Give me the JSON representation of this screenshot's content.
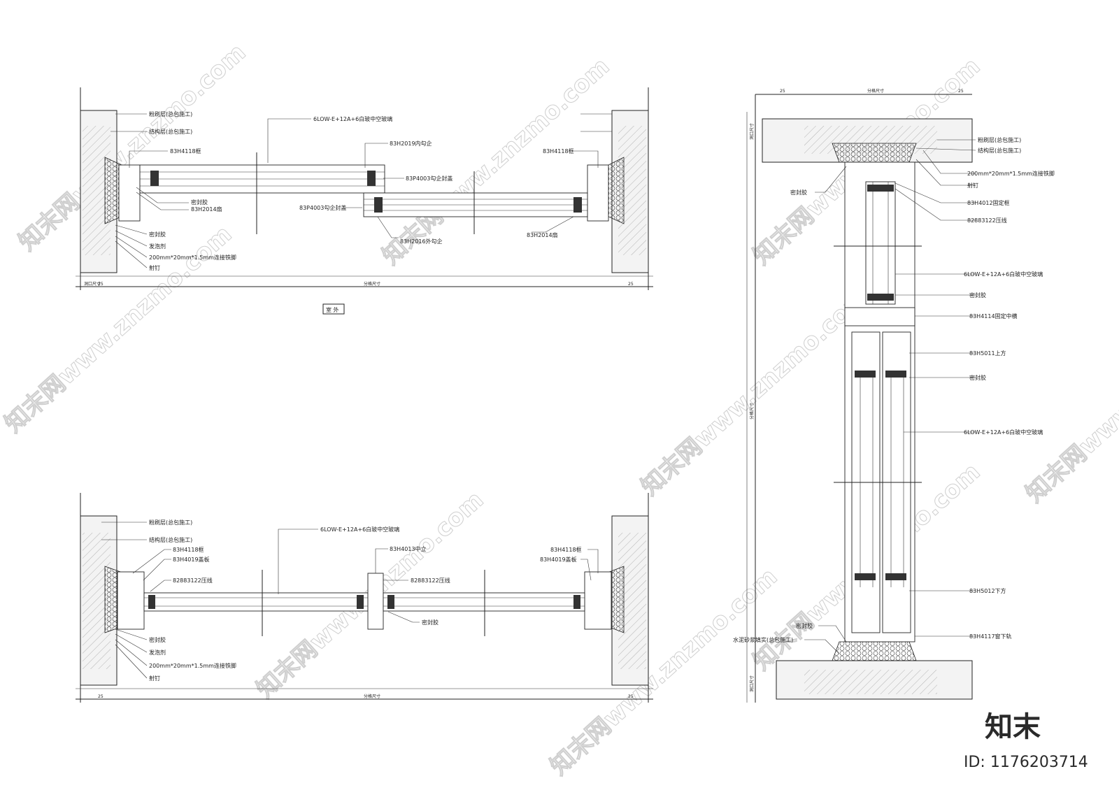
{
  "top_view": {
    "glass": "6LOW-E+12A+6白玻中空玻璃",
    "plaster_layer": "粉刷层(总包施工)",
    "structure_layer": "结构层(总包施工)",
    "frame_left": "83H4118框",
    "frame_right": "83H4118框",
    "inner_hook": "83H2019内勾企",
    "hook_seal_right": "83P4003勾企封盖",
    "hook_seal_left": "83P4003勾企封盖",
    "sealant": "密封胶",
    "sash_left": "83H2014扇",
    "sash_right": "83H2014扇",
    "outer_hook": "83H2016外勾企",
    "sealant2": "密封胶",
    "foam": "发泡剂",
    "steel_foot": "200mm*20mm*1.5mm连接铁脚",
    "nail": "射钉",
    "dim_25_left": "25",
    "dim_25_left2": "25",
    "dim_span": "分格尺寸",
    "dim_hole": "洞口尺寸",
    "outdoor": "室  外"
  },
  "bottom_view": {
    "glass": "6LOW-E+12A+6白玻中空玻璃",
    "plaster_layer": "粉刷层(总包施工)",
    "structure_layer": "结构层(总包施工)",
    "frame_left": "83H4118框",
    "bead_left": "83H4019盖板",
    "pressline_left": "82883122压线",
    "mullion": "83H4013中立",
    "pressline_right": "82883122压线",
    "frame_right": "83H4118框",
    "bead_right": "83H4019盖板",
    "sealant_center": "密封胶",
    "sealant": "密封胶",
    "foam": "发泡剂",
    "steel_foot": "200mm*20mm*1.5mm连接铁脚",
    "nail": "射钉",
    "dim_25": "25",
    "dim_span": "分格尺寸"
  },
  "side_view": {
    "dim_25_left": "25",
    "dim_25_right": "25",
    "dim_span_top": "分格尺寸",
    "plaster_layer": "粉刷层(总包施工)",
    "structure_layer": "结构层(总包施工)",
    "steel_foot": "200mm*20mm*1.5mm连接铁脚",
    "nail": "射钉",
    "sealant_top": "密封胶",
    "fixed_frame": "83H4012固定框",
    "pressline": "82883122压线",
    "glass_top": "6LOW-E+12A+6白玻中空玻璃",
    "sealant_mid": "密封胶",
    "fixed_transom": "83H4114固定中横",
    "sash_top": "83H5011上方",
    "sealant_mid2": "密封胶",
    "glass_mid": "6LOW-E+12A+6白玻中空玻璃",
    "sash_bottom": "83H5012下方",
    "sealant_bottom": "密封胶",
    "mortar": "水泥砂浆填实(总包施工)",
    "bottom_track": "83H4117窗下轨",
    "dim_vertical": "分格尺寸",
    "dim_vertical_top": "洞口尺寸",
    "dim_vertical_bottom": "洞口尺寸"
  },
  "watermark": {
    "brand_cn": "知末",
    "id_text": "ID: 1176203714",
    "site": "知末网www.znzmo.com"
  }
}
